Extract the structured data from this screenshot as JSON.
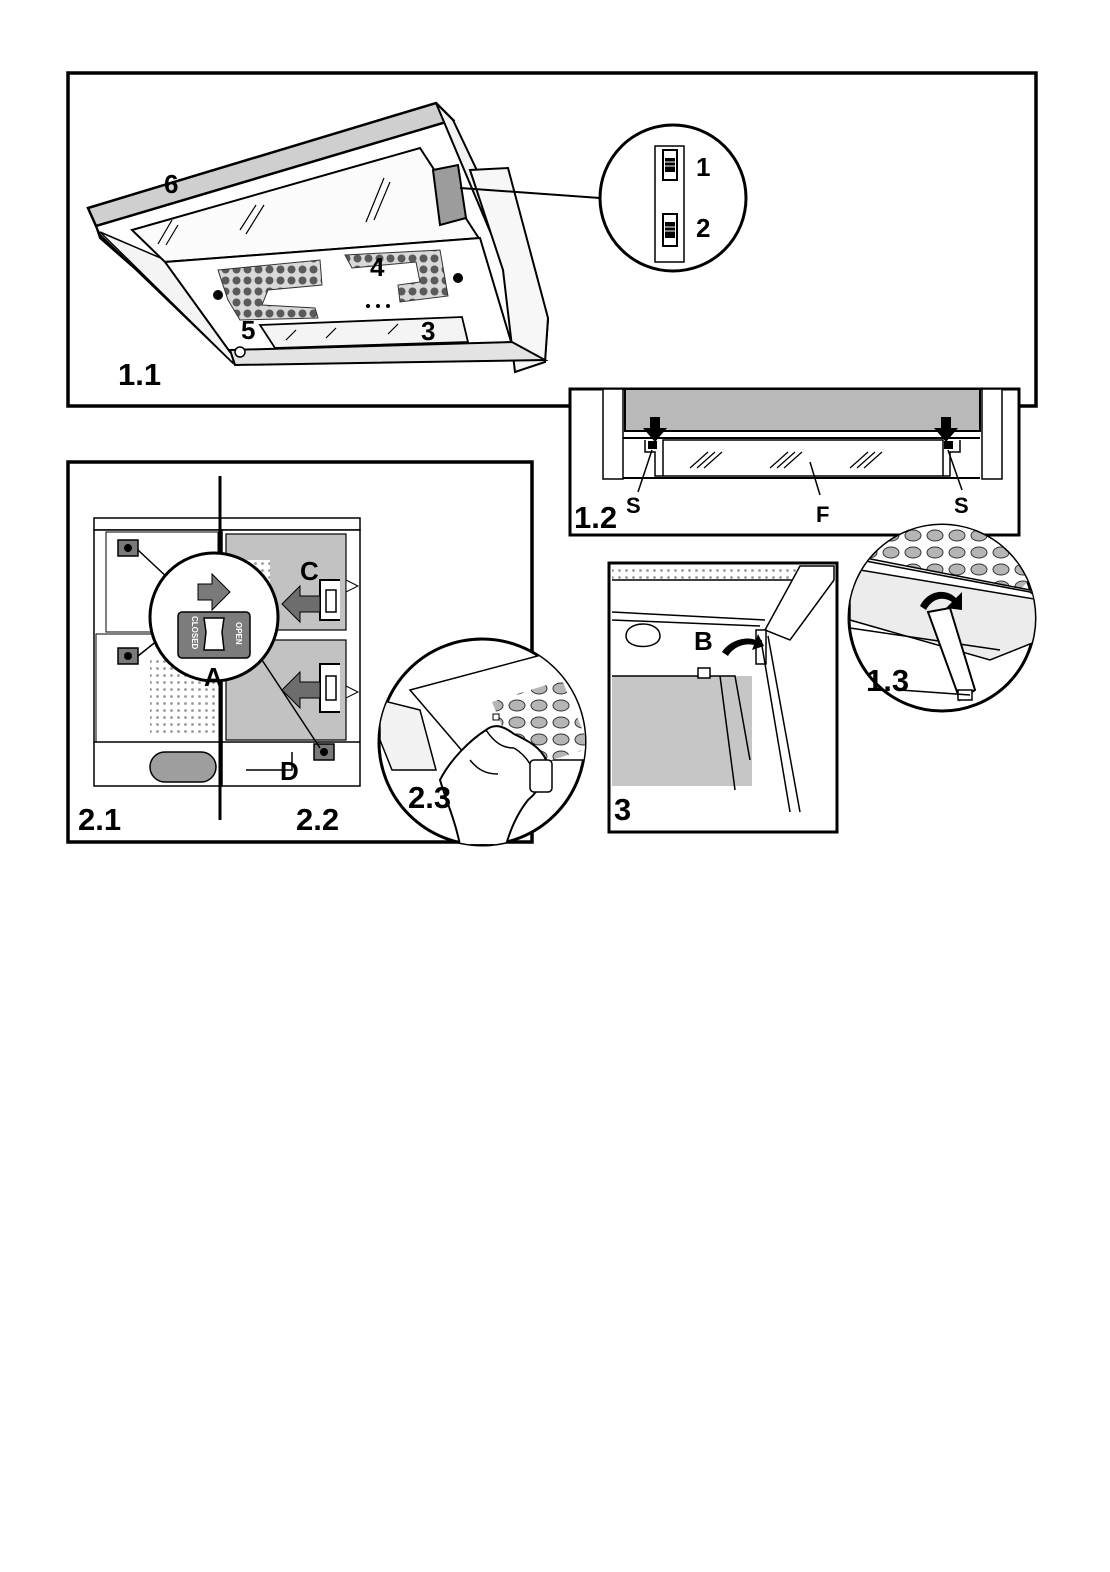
{
  "figures": {
    "fig_1_1": {
      "label": "1.1",
      "callouts": {
        "c6": "6",
        "c4": "4",
        "c5": "5",
        "c3": "3"
      },
      "switch": {
        "pos1": "1",
        "pos2": "2"
      }
    },
    "fig_1_2": {
      "label": "1.2",
      "callouts": {
        "s_left": "S",
        "f": "F",
        "s_right": "S"
      }
    },
    "fig_1_3": {
      "label": "1.3"
    },
    "fig_2_1": {
      "label": "2.1"
    },
    "fig_2_2": {
      "label": "2.2"
    },
    "fig_2_3": {
      "label": "2.3"
    },
    "fig_2_callouts": {
      "a": "A",
      "c": "C",
      "d": "D",
      "valve_closed": "CLOSED",
      "valve_open": "OPEN"
    },
    "fig_3": {
      "label": "3",
      "callouts": {
        "b": "B"
      }
    }
  },
  "colors": {
    "ink": "#000000",
    "paper": "#ffffff",
    "panel_gray": "#bdbdbd",
    "dark_gray": "#8f8f8f",
    "light_gray": "#e2e2e2"
  }
}
